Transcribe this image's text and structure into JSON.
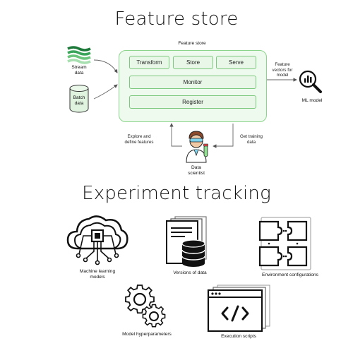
{
  "titles": {
    "feature_store": "Feature store",
    "experiment_tracking": "Experiment tracking"
  },
  "feature_store": {
    "box_label": "Feature store",
    "modules": {
      "transform": "Transform",
      "store": "Store",
      "serve": "Serve",
      "monitor": "Monitor",
      "register": "Register"
    },
    "inputs": {
      "stream": "Stream\ndata",
      "batch": "Batch\ndata"
    },
    "output_label": "Feature\nvectors for\nmodel",
    "model_label": "ML model",
    "left_arrow_label": "Explore and\ndefine features",
    "right_arrow_label": "Get training\ndata",
    "scientist_label": "Data\nscientist",
    "colors": {
      "box_fill": "#eefaee",
      "box_border": "#8bd48b",
      "stream_green": "#4caf50"
    }
  },
  "experiment_tracking": {
    "items": {
      "ml_models": "Machine learning\nmodels",
      "data_versions": "Versions of data",
      "env_configs": "Environment configurations",
      "hyperparams": "Model hyperparameters",
      "scripts": "Execution scripts"
    },
    "icons": [
      "cloud-chip-icon",
      "database-docs-icon",
      "puzzle-icon",
      "gears-icon",
      "code-window-icon"
    ]
  }
}
